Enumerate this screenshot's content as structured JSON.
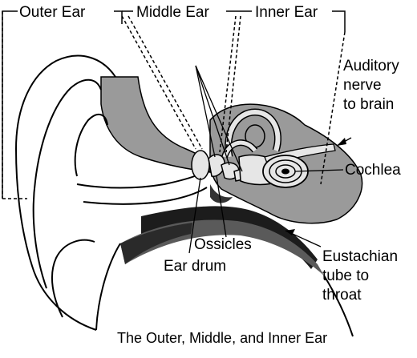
{
  "diagram": {
    "caption": "The Outer, Middle, and Inner Ear",
    "section_labels": {
      "outer": "Outer Ear",
      "middle": "Middle Ear",
      "inner": "Inner Ear"
    },
    "part_labels": {
      "auditory_nerve_line1": "Auditory",
      "auditory_nerve_line2": "nerve",
      "auditory_nerve_line3": "to brain",
      "cochlea": "Cochlea",
      "ossicles": "Ossicles",
      "ear_drum": "Ear drum",
      "eustachian_line1": "Eustachian",
      "eustachian_line2": "tube to",
      "eustachian_line3": "throat"
    },
    "colors": {
      "background": "#ffffff",
      "ink": "#000000",
      "tissue_gray": "#9a9a9a",
      "bone_light": "#e6e6e6"
    }
  }
}
